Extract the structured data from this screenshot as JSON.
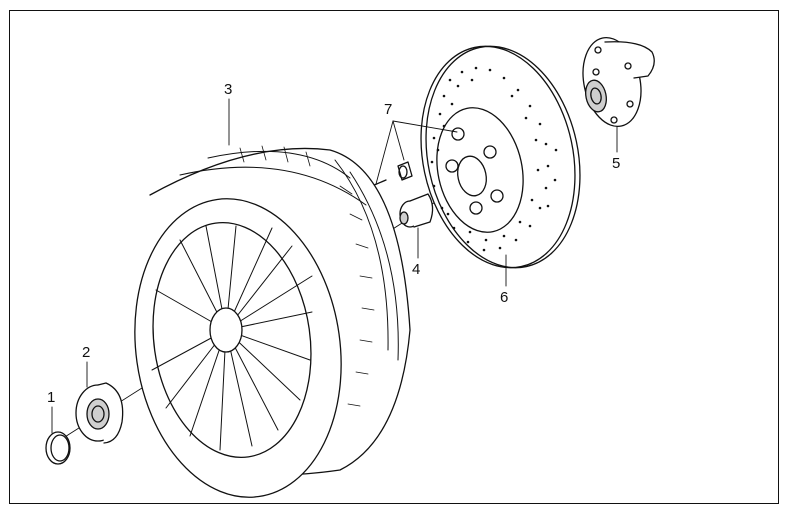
{
  "callouts": [
    {
      "id": "1",
      "text": "1"
    },
    {
      "id": "2",
      "text": "2"
    },
    {
      "id": "3",
      "text": "3"
    },
    {
      "id": "4",
      "text": "4"
    },
    {
      "id": "5",
      "text": "5"
    },
    {
      "id": "6",
      "text": "6"
    },
    {
      "id": "7",
      "text": "7"
    }
  ],
  "colors": {
    "ink": "#111111",
    "paper": "#ffffff",
    "shade": "#cfcfcf"
  }
}
